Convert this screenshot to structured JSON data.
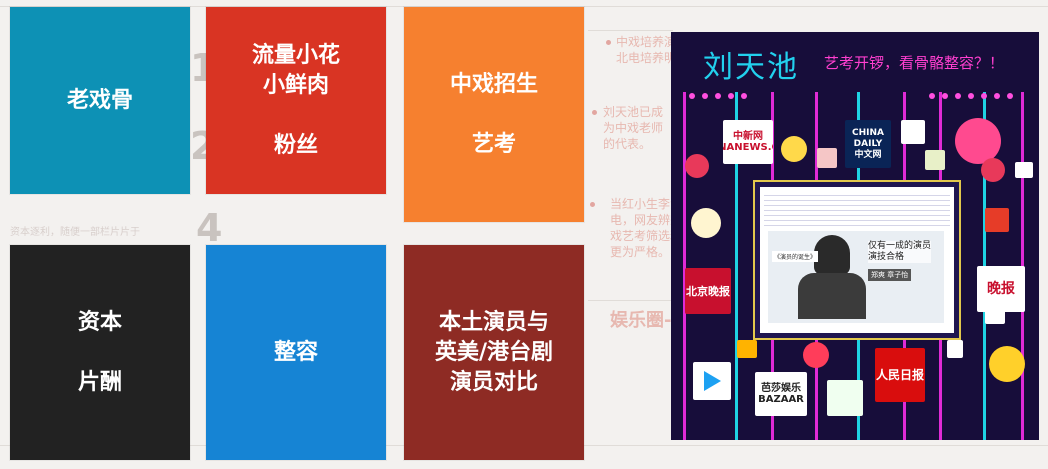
{
  "tiles": {
    "t1": {
      "label": "老戏骨",
      "color": "#0d91b5"
    },
    "t2": {
      "label": "流量小花\n小鲜肉\n\n粉丝",
      "color": "#d93423"
    },
    "t3": {
      "label": "中戏招生\n\n艺考",
      "color": "#f6802f"
    },
    "t4": {
      "label": "资本\n\n片酬",
      "color": "#222222"
    },
    "t5": {
      "label": "整容",
      "color": "#1684d4"
    },
    "t6": {
      "label": "本土演员与\n英美/港台剧\n演员对比",
      "color": "#8e2b24"
    }
  },
  "collage": {
    "name": "刘天池",
    "title": "艺考开锣，看骨骼整容？！",
    "video_caption": "仅有一成的演员\n演技合格",
    "video_label": "《演员的诞生》",
    "video_sub": "郑爽 章子怡",
    "logos": {
      "chinanews": "中新网\nCHINANEWS.COM",
      "chinadaily": "CHINA\nDAILY\n中文网",
      "bjwb": "北京晚报",
      "bazaar": "芭莎娱乐\nBAZAAR",
      "peoples": "人民日报",
      "youth": "晚报"
    },
    "colors": {
      "background": "#170d3a",
      "stripe_pink": "#e02bd6",
      "stripe_teal": "#1fd3e3",
      "name": "#22d1ee",
      "title": "#ff3fd0"
    }
  },
  "background_text": {
    "big_number_1": "1",
    "big_number_2": "2",
    "big_number_3": "4",
    "right_1": "中戏培养演\n北电培养明",
    "right_2": "刘天池已成\n为中戏老师\n的代表。",
    "right_3": "当红小生李汶\n电，网友辨宗\n戏艺考筛选料\n更为严格。",
    "entertainment": "娱乐圈-",
    "left_small": "资本逐利，随便一部栏片片于"
  }
}
